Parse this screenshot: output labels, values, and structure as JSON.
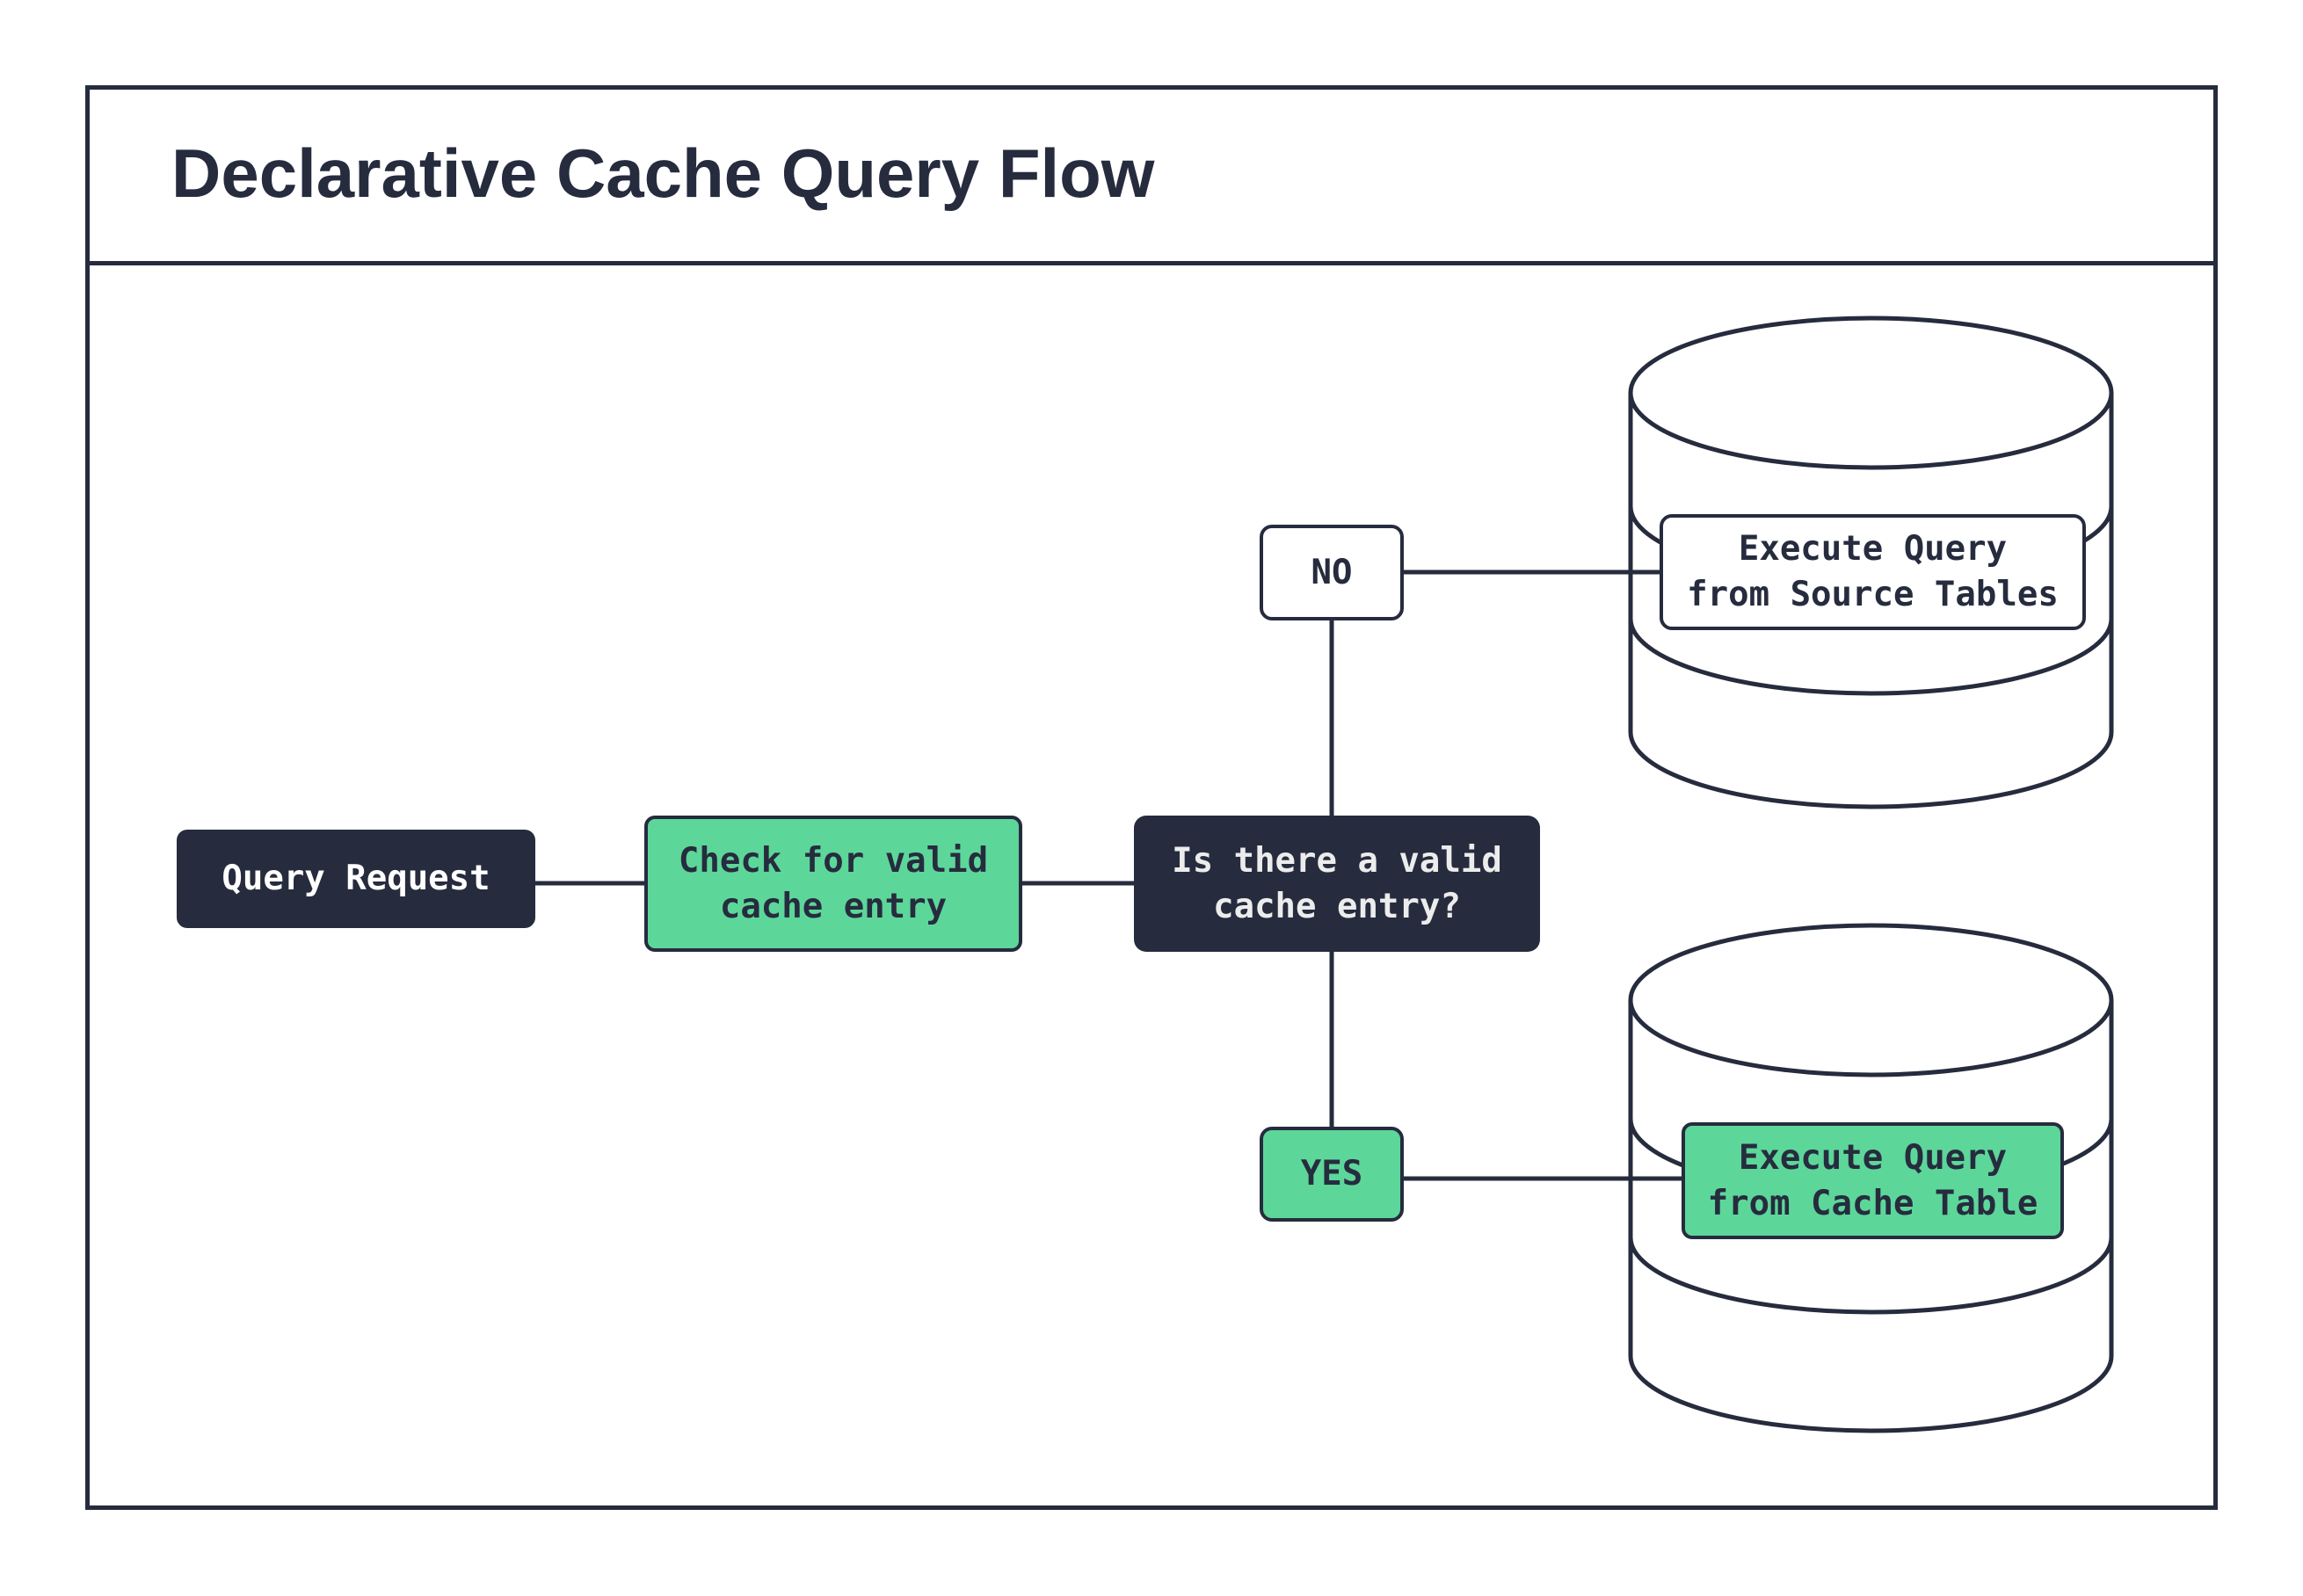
{
  "title": "Declarative Cache Query Flow",
  "colors": {
    "ink": "#262c3e",
    "green": "#5dd69a",
    "paper": "#ffffff",
    "decision_text": "#ececec"
  },
  "nodes": {
    "query_request": {
      "label": "Query Request"
    },
    "check_cache": {
      "label": "Check for valid\ncache entry"
    },
    "decision": {
      "label": "Is there a valid\ncache entry?"
    },
    "no_branch": {
      "label": "NO"
    },
    "yes_branch": {
      "label": "YES"
    },
    "source_db": {
      "label": "Execute Query\nfrom Source Tables"
    },
    "cache_db": {
      "label": "Execute Query\nfrom Cache Table"
    }
  }
}
